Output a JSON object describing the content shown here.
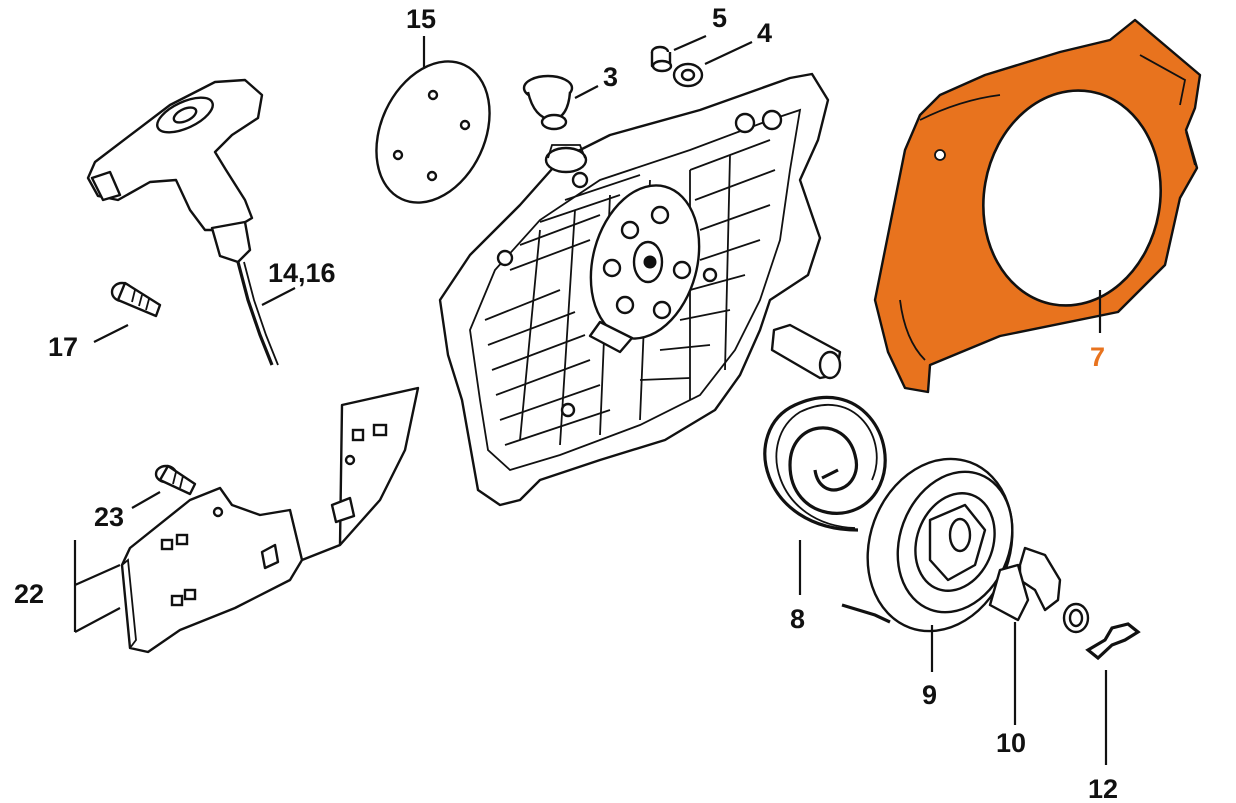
{
  "diagram": {
    "highlight_color": "#e8731e",
    "line_color": "#111111",
    "callouts": [
      {
        "id": "c15",
        "label": "15"
      },
      {
        "id": "c5",
        "label": "5"
      },
      {
        "id": "c4",
        "label": "4"
      },
      {
        "id": "c3",
        "label": "3"
      },
      {
        "id": "c1416",
        "label": "14,16"
      },
      {
        "id": "c17",
        "label": "17"
      },
      {
        "id": "c7",
        "label": "7",
        "highlighted": true
      },
      {
        "id": "c23",
        "label": "23"
      },
      {
        "id": "c22",
        "label": "22"
      },
      {
        "id": "c8",
        "label": "8"
      },
      {
        "id": "c9",
        "label": "9"
      },
      {
        "id": "c10",
        "label": "10"
      },
      {
        "id": "c12",
        "label": "12"
      }
    ]
  }
}
